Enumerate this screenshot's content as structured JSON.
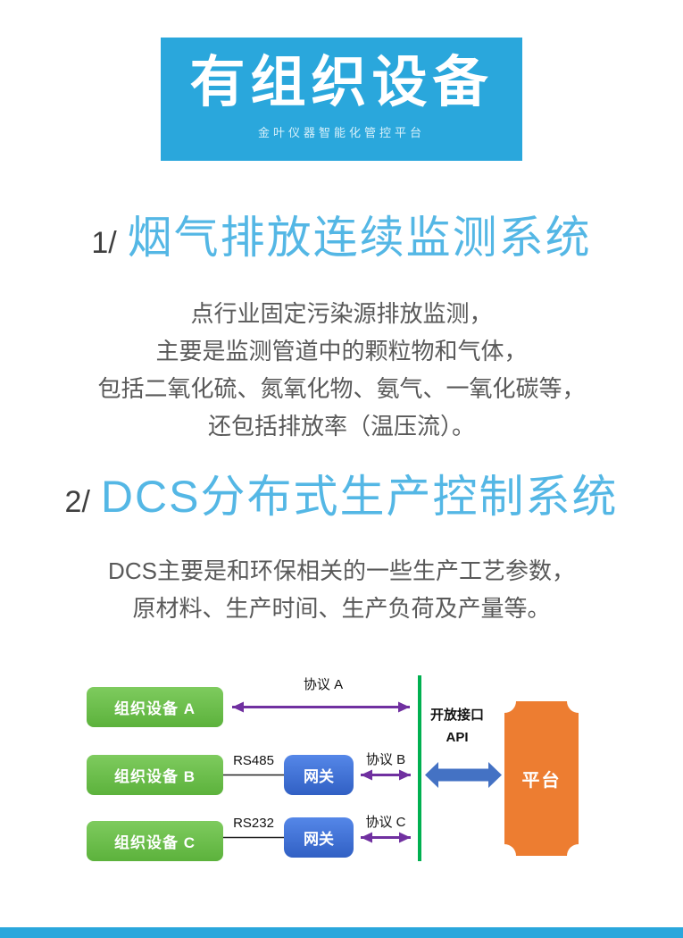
{
  "banner": {
    "title": "有组织设备",
    "subtitle": "金叶仪器智能化管控平台"
  },
  "sections": [
    {
      "index": "1/",
      "title": "烟气排放连续监测系统",
      "body_lines": [
        "点行业固定污染源排放监测，",
        "主要是监测管道中的颗粒物和气体，",
        "包括二氧化硫、氮氧化物、氨气、一氧化碳等，",
        "还包括排放率（温压流）。"
      ]
    },
    {
      "index": "2/",
      "title": "DCS分布式生产控制系统",
      "body_lines": [
        "DCS主要是和环保相关的一些生产工艺参数，",
        "原材料、生产时间、生产负荷及产量等。"
      ]
    }
  ],
  "diagram": {
    "devices": [
      {
        "label": "组织设备 A",
        "protocol": "协议 A",
        "bus": ""
      },
      {
        "label": "组织设备 B",
        "protocol": "协议 B",
        "bus": "RS485"
      },
      {
        "label": "组织设备 C",
        "protocol": "协议 C",
        "bus": "RS232"
      }
    ],
    "gateway_label": "网关",
    "open_interface_label": "开放接口",
    "api_label": "API",
    "platform_label": "平台"
  },
  "colors": {
    "banner_blue": "#2aa7dc",
    "heading_blue": "#54b7e5",
    "body_gray": "#595959",
    "device_green": "#68bd45",
    "gateway_blue": "#3d6fd2",
    "protocol_purple": "#7030a0",
    "interface_line_green": "#00b050",
    "block_arrow_blue": "#4472c4",
    "platform_orange": "#ed7d31"
  }
}
